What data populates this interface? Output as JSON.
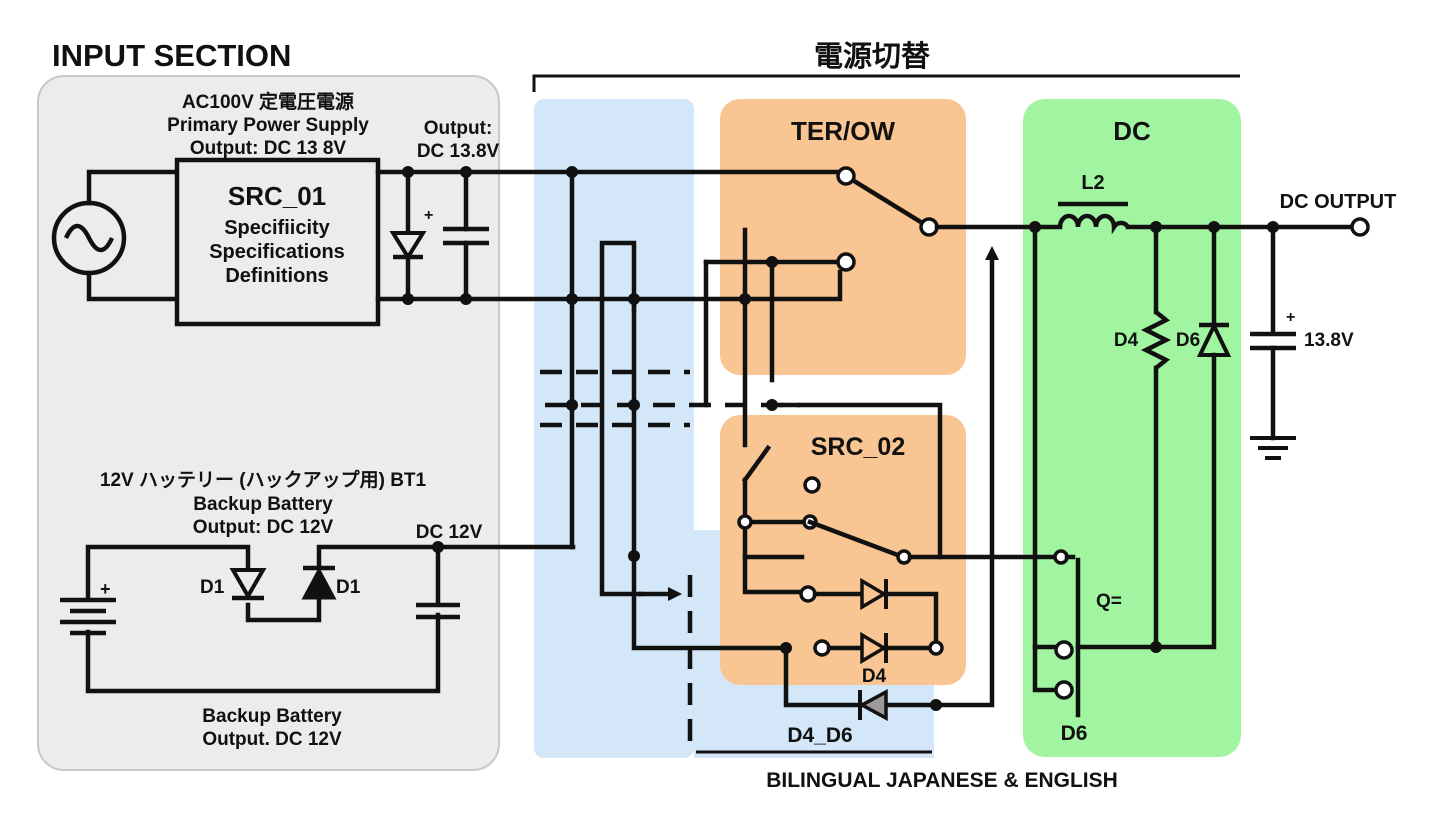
{
  "headings": {
    "input_section": "INPUT SECTION",
    "switching": "電源切替",
    "footer": "BILINGUAL JAPANESE & ENGLISH"
  },
  "primary": {
    "title_jp": "AC100V 定電圧電源",
    "title_en": "Primary Power Supply",
    "output_spec": "Output: DC 13 8V",
    "output_label_1": "Output:",
    "output_label_2": "DC 13.8V",
    "block_name": "SRC_01",
    "block_line_1": "Specifiicity",
    "block_line_2": "Specifications",
    "block_line_3": "Definitions",
    "cap_polarity": "+"
  },
  "battery": {
    "title_jp": "12V ハッテリー (ハックアップ用)  BT1",
    "title_en": "Backup Battery",
    "output_spec": "Output: DC 12V",
    "dc_label": "DC 12V",
    "diode_left": "D1",
    "diode_right": "D1",
    "bottom_title": "Backup Battery",
    "bottom_spec": "Output. DC 12V",
    "polarity": "+"
  },
  "blocks": {
    "ter_ow": "TER/OW",
    "dc": "DC",
    "src_02": "SRC_02",
    "d4_d6": "D4_D6",
    "d4_small": "D4"
  },
  "output": {
    "inductor": "L2",
    "dc_output": "DC OUTPUT",
    "d4": "D4",
    "d6": "D6",
    "cap_polarity": "+",
    "voltage": "13.8V",
    "transistor": "Q=",
    "d6_bottom": "D6"
  },
  "colors": {
    "input_panel": "#ececea",
    "blue_panel": "#d3e7f8",
    "orange_panel": "#f9c592",
    "green_panel": "#a2f5a0",
    "wire": "#111111"
  }
}
